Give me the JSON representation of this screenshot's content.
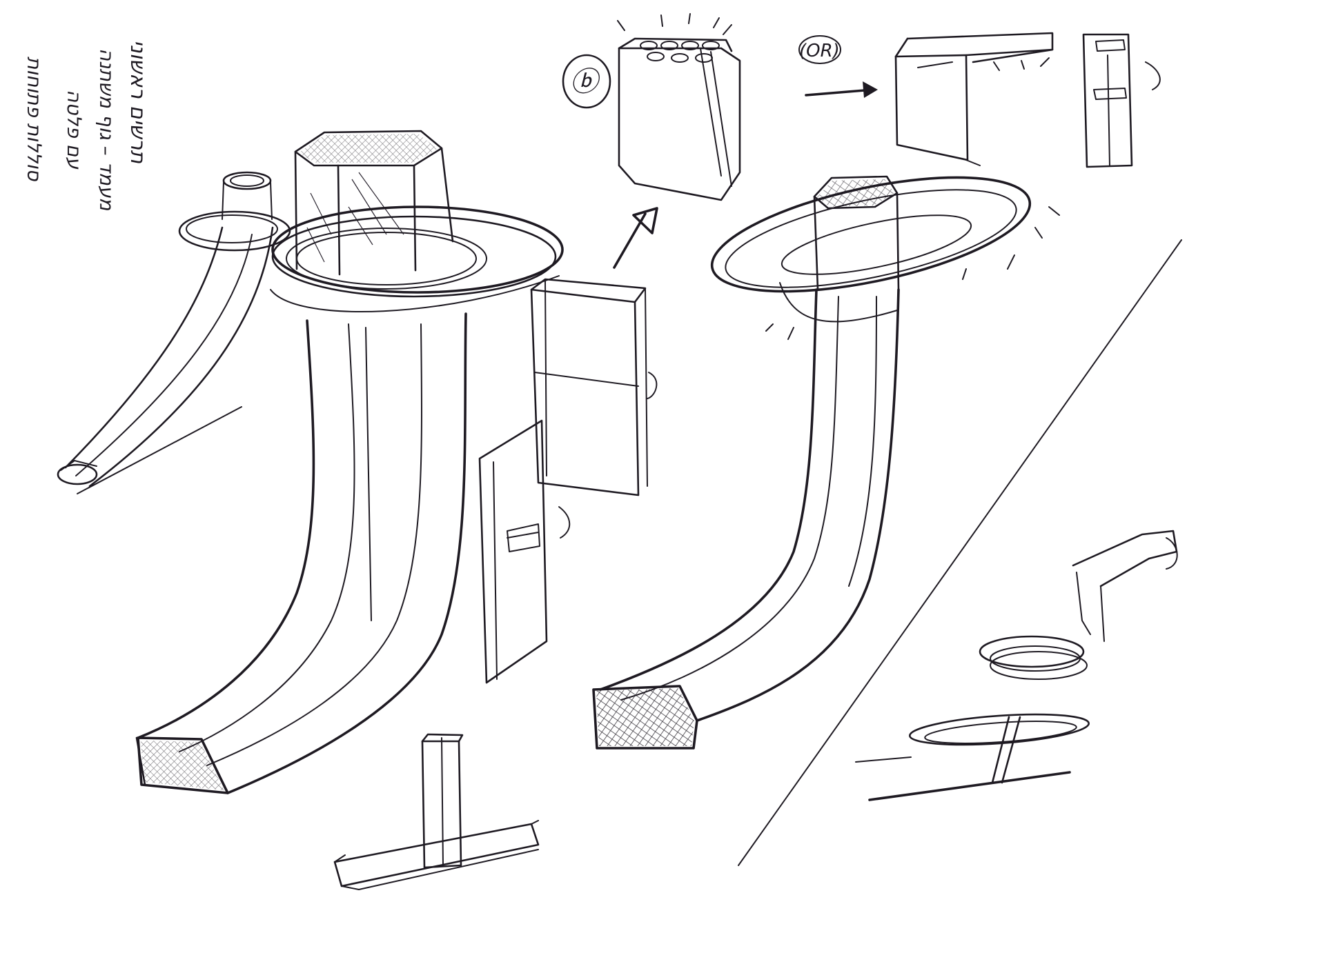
{
  "notes": {
    "line1": "תרשים ראשוני",
    "line2": "מעמד – גוף משתנה",
    "line3": "עם פלטה",
    "line4": "סוללות פתוחות"
  },
  "labels": {
    "option_b": "ⓑ",
    "or": "(OR)"
  }
}
